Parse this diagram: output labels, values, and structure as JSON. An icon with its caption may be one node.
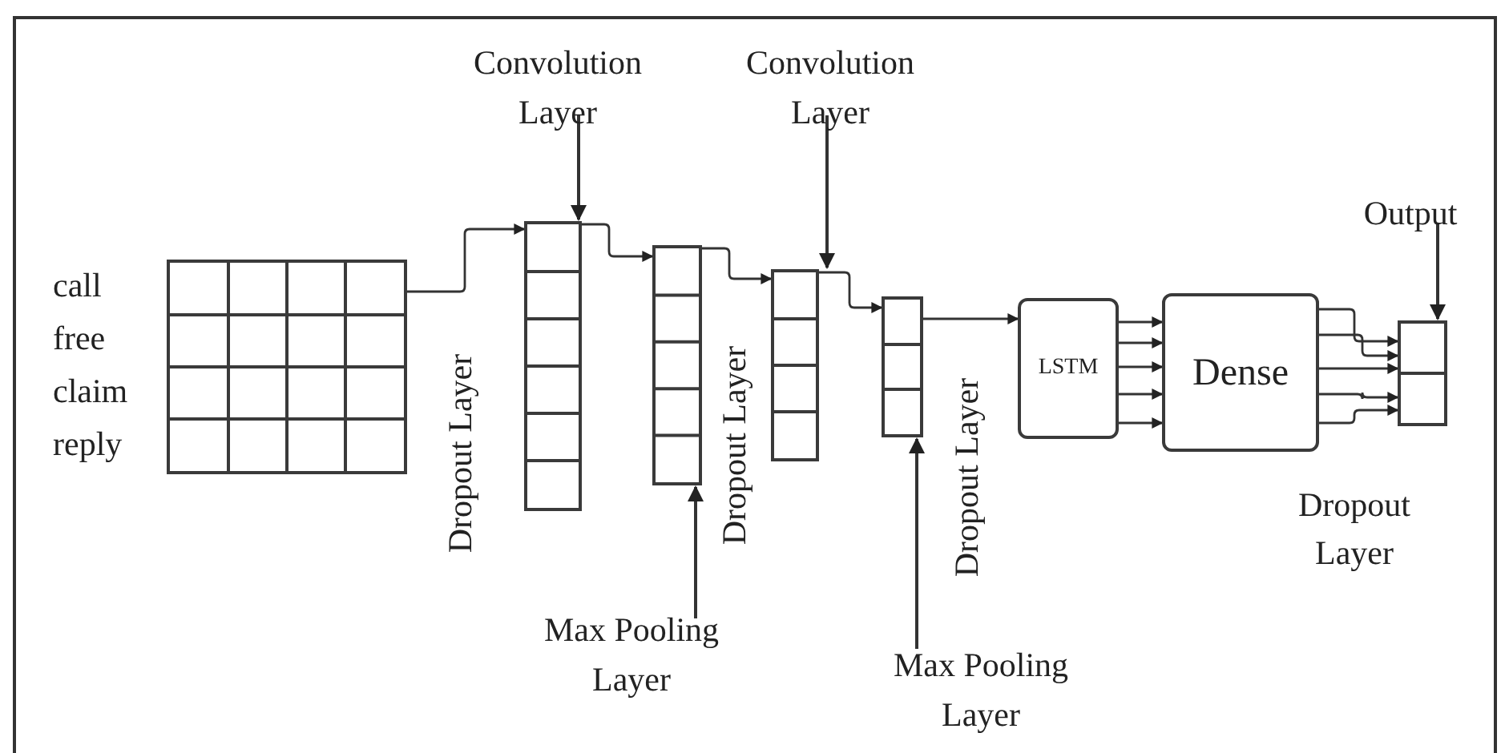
{
  "diagram": {
    "nodes": [
      {
        "text": [],
        "shape": "box",
        "beside": [
          "call",
          "free",
          "claim",
          "reply"
        ]
      },
      {
        "text": [],
        "shape": "bar"
      },
      {
        "text": [],
        "shape": "bar"
      },
      {
        "text": [],
        "shape": "bar"
      },
      {
        "text": [],
        "shape": "bar"
      },
      {
        "text": [
          "LSTM"
        ]
      },
      {
        "text": [
          "Dense"
        ]
      },
      {
        "text": [],
        "shape": "bar"
      },
      {
        "text": [
          "Convolution Layer"
        ]
      },
      {
        "text": [
          "Convolution Layer"
        ]
      },
      {
        "text": [
          "Output"
        ]
      },
      {
        "text": [
          "Max Pooling Layer"
        ]
      },
      {
        "text": [
          "Max Pooling Layer"
        ]
      }
    ],
    "edges": [
      {
        "from": 0,
        "to": 1,
        "arrow": "to"
      },
      {
        "from": 1,
        "to": 2,
        "arrow": "to"
      },
      {
        "from": 2,
        "to": 3,
        "arrow": "to"
      },
      {
        "from": 3,
        "to": 4,
        "arrow": "to"
      },
      {
        "from": 4,
        "to": 5,
        "arrow": "to"
      },
      {
        "from": 5,
        "to": 6,
        "arrow": "to"
      },
      {
        "from": 5,
        "to": 6,
        "arrow": "to"
      },
      {
        "from": 5,
        "to": 6,
        "arrow": "to"
      },
      {
        "from": 5,
        "to": 6,
        "arrow": "to"
      },
      {
        "from": 5,
        "to": 6,
        "arrow": "to"
      },
      {
        "from": 6,
        "to": 7,
        "arrow": "to"
      },
      {
        "from": 6,
        "to": 7,
        "arrow": "to"
      },
      {
        "from": 6,
        "to": 7,
        "arrow": "to"
      },
      {
        "from": 6,
        "to": 7,
        "arrow": "to"
      },
      {
        "from": 6,
        "to": 7,
        "arrow": "to"
      },
      {
        "from": 8,
        "to": 1,
        "arrow": "to"
      },
      {
        "from": 9,
        "to": 3,
        "arrow": "to"
      },
      {
        "from": 10,
        "to": 7,
        "arrow": "to"
      },
      {
        "from": 11,
        "to": 2,
        "arrow": "to"
      },
      {
        "from": 12,
        "to": 4,
        "arrow": "to"
      }
    ],
    "labels": [
      "Dropout Layer",
      "Dropout Layer",
      "Dropout Layer",
      "Dropout Layer"
    ]
  }
}
